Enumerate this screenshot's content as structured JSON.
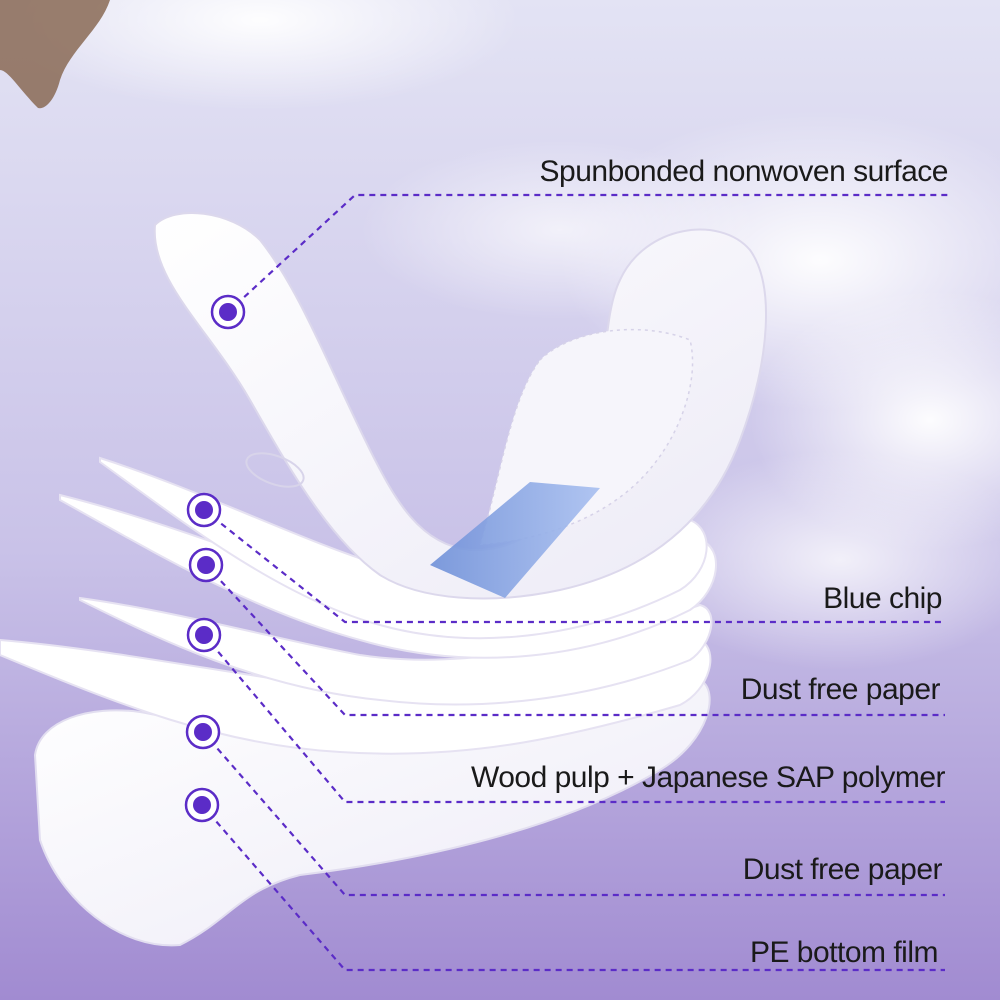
{
  "product": "layered sanitary pad",
  "colors": {
    "background_top": "#dcdcf2",
    "background_bottom": "#a892d4",
    "accent_purple": "#5b2cc7",
    "pad_white": "#ffffff",
    "blue_chip": "#8aa6e0"
  },
  "icons": [
    "layer-marker-icon"
  ],
  "layers": [
    {
      "label": "Spunbonded nonwoven surface"
    },
    {
      "label": "Blue chip"
    },
    {
      "label": "Dust free paper"
    },
    {
      "label": "Wood pulp + Japanese SAP polymer"
    },
    {
      "label": "Dust free paper"
    },
    {
      "label": "PE bottom film"
    }
  ]
}
